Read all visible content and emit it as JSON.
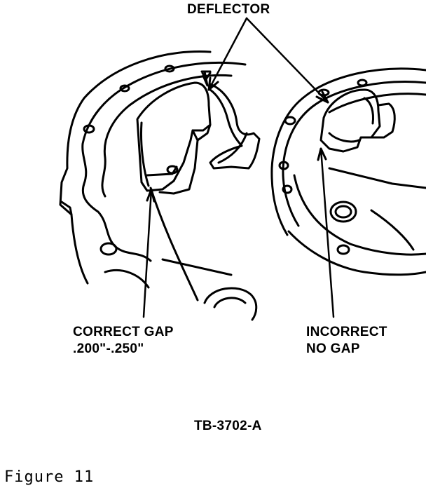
{
  "labels": {
    "deflector": "DEFLECTOR",
    "correct_line1": "CORRECT GAP",
    "correct_line2": ".200\"-.250\"",
    "incorrect_line1": "INCORRECT",
    "incorrect_line2": "NO GAP",
    "part_number": "TB-3702-A",
    "figure": "Figure 11"
  },
  "colors": {
    "ink": "#000000",
    "paper": "#ffffff"
  }
}
